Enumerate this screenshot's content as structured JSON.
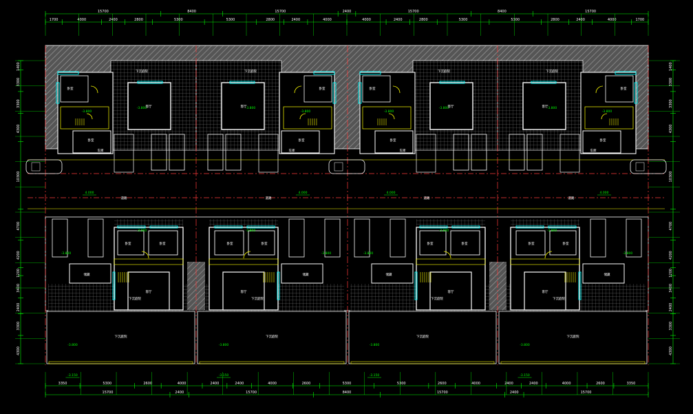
{
  "colors": {
    "background": "#000000",
    "dimension": "#00ff00",
    "wall": "#ffffff",
    "window": "#00ffff",
    "grid": "#ff3b3b",
    "yard": "#ffff00",
    "hatch": "#8a8a8a"
  },
  "dims": {
    "top_overall": [
      "15700",
      "8400",
      "15700",
      "2400",
      "15700",
      "8400",
      "15700"
    ],
    "top_detail": [
      "1700",
      "4000",
      "2400",
      "2800",
      "5300",
      "5300",
      "2800",
      "2400",
      "4000",
      "4000",
      "2400",
      "2800",
      "5300",
      "5300",
      "2800",
      "2400",
      "4000",
      "1700"
    ],
    "bottom_overall": [
      "15700",
      "2400",
      "15700",
      "8400",
      "15700",
      "2400",
      "15700"
    ],
    "bottom_detail": [
      "3350",
      "5300",
      "2600",
      "4000",
      "2400",
      "2400",
      "4000",
      "2600",
      "5300",
      "5300",
      "2600",
      "4000",
      "2400",
      "2400",
      "4000",
      "2600",
      "3350"
    ],
    "left_side": [
      "1400",
      "3300",
      "3300",
      "4300",
      "10300",
      "4700",
      "4200",
      "1200",
      "3400",
      "2400",
      "3300",
      "4300"
    ],
    "right_side": [
      "1400",
      "3300",
      "3300",
      "4300",
      "10300",
      "4700",
      "4200",
      "1200",
      "3400",
      "2400",
      "3300",
      "4300"
    ]
  },
  "road_labels": [
    "4.000",
    "4.000",
    "4.000",
    "4.000"
  ],
  "road_text": [
    "道路",
    "道路",
    "道路",
    "道路"
  ],
  "elevations_top": [
    "-3.800",
    "-3.800",
    "-3.800",
    "-3.800",
    "-3.800",
    "-3.800",
    "-3.800",
    "-3.800"
  ],
  "elevations_bottom": [
    "-3.800",
    "-3.800",
    "-3.800",
    "-3.800",
    "-3.800",
    "-3.800",
    "-3.800",
    "-3.800"
  ],
  "site_elevations": [
    "-3.150",
    "-3.150",
    "-3.150",
    "-3.150"
  ]
}
